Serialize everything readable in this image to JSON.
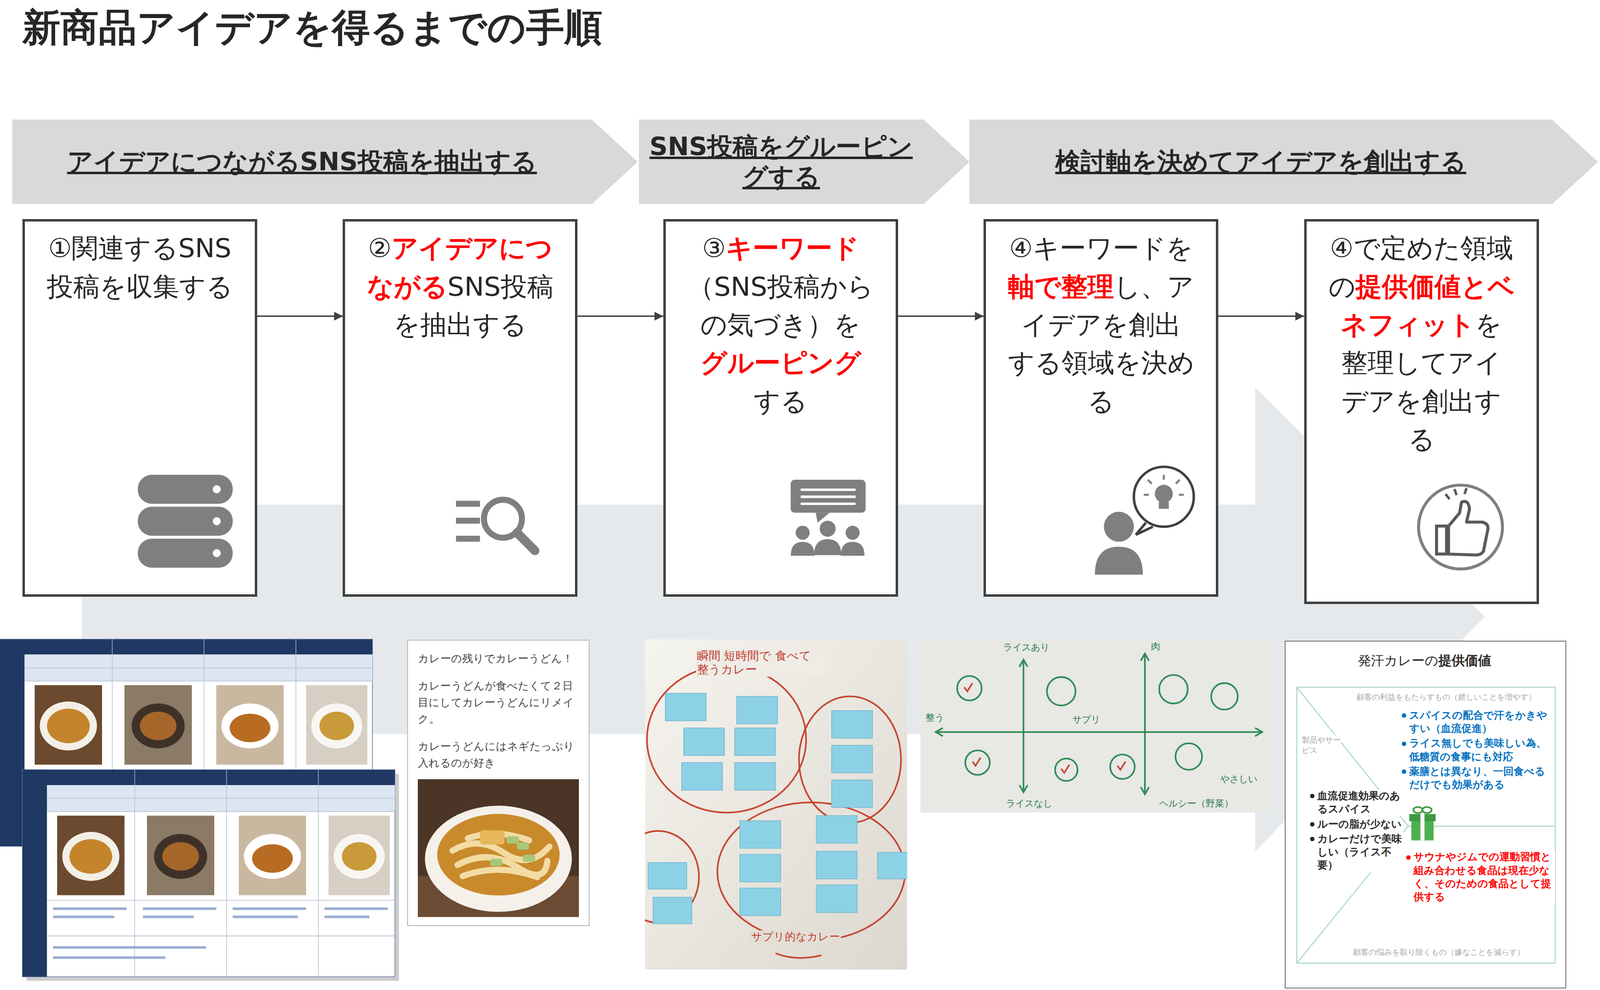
{
  "diagram": {
    "title": "新商品アイデアを得るまでの手順",
    "nodes": [
      {
        "text": [
          "アイデアにつながるSNS投稿を抽出する"
        ]
      },
      {
        "text": [
          "SNS投稿をグルーピングする"
        ]
      },
      {
        "text": [
          "検討軸を決めてアイデアを創出する"
        ]
      },
      {
        "text": [
          "①関連するSNS投稿を収集する"
        ]
      },
      {
        "text": [
          "②",
          "アイデアにつながる",
          "SNS投稿を抽出する"
        ]
      },
      {
        "text": [
          "③",
          "キーワード",
          "（SNS投稿からの気づき）を",
          "グルーピング",
          "する"
        ]
      },
      {
        "text": [
          "④キーワードを",
          "軸で整理",
          "し、アイデアを創出する領域を決める"
        ]
      },
      {
        "text": [
          "④で定めた領域の",
          "提供価値とベネフィット",
          "を整理してアイデアを創出する"
        ]
      },
      {
        "text": [
          "カレーの残りでカレーうどん！",
          "カレーうどんが食べたくて２日目にしてカレーうどんにリメイク。",
          "カレーうどんにはネギたっぷり入れるのが好き"
        ]
      },
      {
        "text": [
          "発汗カレーの",
          "提供価値",
          "顧客の利益をもたらすもの（嬉しいことを増やす）",
          "製品やサービス",
          "スパイスの配合で汗をかきやすい（血流促進）",
          "ライス無しでも美味しい為、低糖質の食事にも対応",
          "薬膳とは異なり、一回食べるだけでも効果がある",
          "血流促進効果のあるスパイス",
          "ルーの脂が少ない",
          "カレーだけで美味しい（ライス不要）",
          "サウナやジムでの運動習慣と組み合わせる食品は現在少なく、そのための食品として提供する",
          "顧客の悩みを取り除くもの（嫌なことを減らす）"
        ]
      }
    ],
    "edges": [
      {
        "from": 3,
        "to": 4,
        "arrow": "to"
      },
      {
        "from": 4,
        "to": 5,
        "arrow": "to"
      },
      {
        "from": 5,
        "to": 6,
        "arrow": "to"
      },
      {
        "from": 6,
        "to": 7,
        "arrow": "to"
      }
    ],
    "labels": [
      "瞬間 短時間で 食べて 整うカレー",
      "サプリ的なカレー",
      "ライスあり",
      "ライスなし",
      "整う",
      "サプリ",
      "肉",
      "ヘルシー（野菜）",
      "やさしい"
    ]
  }
}
